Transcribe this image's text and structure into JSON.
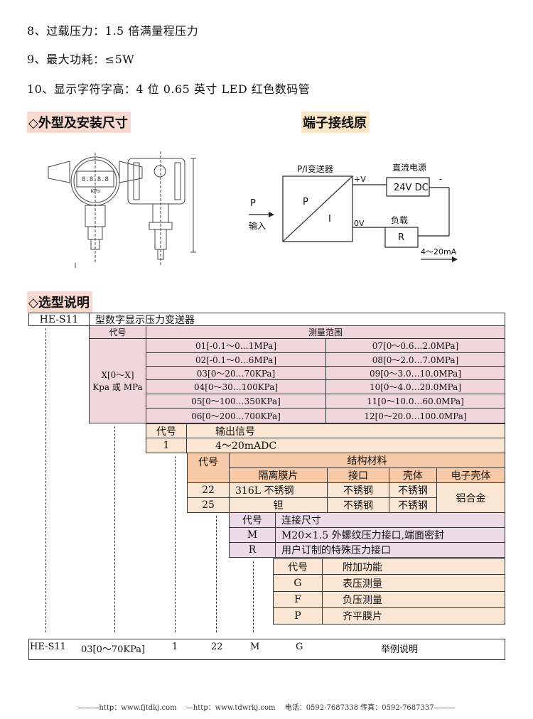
{
  "specs": [
    "8、过载压力：1.5 倍满量程压力",
    "9、最大功耗：≤5W",
    "10、显示字符字高：4 位 0.65 英寸 LED 红色数码管"
  ],
  "headers": {
    "outline": "◇外型及安装尺寸",
    "terminal": "端子接线原",
    "selection": "◇选型说明"
  },
  "wiring": {
    "transmitter": "P/I变送器",
    "p_label": "P",
    "i_label": "I",
    "input_p": "P",
    "input_label": "输入",
    "plus_v": "+V",
    "zero_v": "0V",
    "dc_supply": "直流电源",
    "voltage": "24V DC",
    "minus": "-",
    "load": "负载",
    "r": "R",
    "current": "4～20mA"
  },
  "device": {
    "display_text": "8.8.8.8",
    "unit": "KPa"
  },
  "model": {
    "code": "HE-S11",
    "desc": "型数字显示压力变送器"
  },
  "range": {
    "code_hdr": "代号",
    "range_hdr": "测量范围",
    "unit_label_1": "X[0～X]",
    "unit_label_2": "Kpa 或 MPa",
    "left": [
      "01[-0.1～0…1MPa]",
      "02[-0.1～0…6MPa]",
      "03[0～20…70KPa]",
      "04[0～30…100KPa]",
      "05[0～100…350KPa]",
      "06[0～200…700KPa]"
    ],
    "right": [
      "07[0～0.6…2.0MPa]",
      "08[0～2.0…7.0MPa]",
      "09[0～3.0…10.0MPa]",
      "10[0～4.0…20.0MPa]",
      "11[0～10.0…60.0MPa]",
      "12[0～20.0…100.0MPa]"
    ]
  },
  "output": {
    "code_hdr": "代号",
    "hdr": "输出信号",
    "code": "1",
    "value": "4～20mADC"
  },
  "material": {
    "code_hdr": "代号",
    "hdr": "结构材料",
    "cols": [
      "隔离膜片",
      "接口",
      "壳体",
      "电子壳体"
    ],
    "rows": [
      {
        "code": "22",
        "diaphragm": "316L 不锈钢",
        "port": "不锈钢",
        "shell": "不锈钢"
      },
      {
        "code": "25",
        "diaphragm": "钽",
        "port": "不锈钢",
        "shell": "不锈钢"
      }
    ],
    "elec_shell": "铝合金"
  },
  "connection": {
    "code_hdr": "代号",
    "hdr": "连接尺寸",
    "rows": [
      {
        "code": "M",
        "desc": "M20×1.5 外螺纹压力接口,端面密封"
      },
      {
        "code": "R",
        "desc": "用户订制的特殊压力接口"
      }
    ]
  },
  "addon": {
    "code_hdr": "代号",
    "hdr": "附加功能",
    "rows": [
      {
        "code": "G",
        "desc": "表压测量"
      },
      {
        "code": "F",
        "desc": "负压测量"
      },
      {
        "code": "P",
        "desc": "齐平膜片"
      }
    ]
  },
  "example": {
    "parts": [
      "HE-S11",
      "03[0～70KPa]",
      "1",
      "22",
      "M",
      "G"
    ],
    "label": "举例说明"
  },
  "footer": "———http：www.fjtdkj.com　 —http：www.tdwrkj.com　 电话：0592-7687338 传真：0592-7687337———"
}
